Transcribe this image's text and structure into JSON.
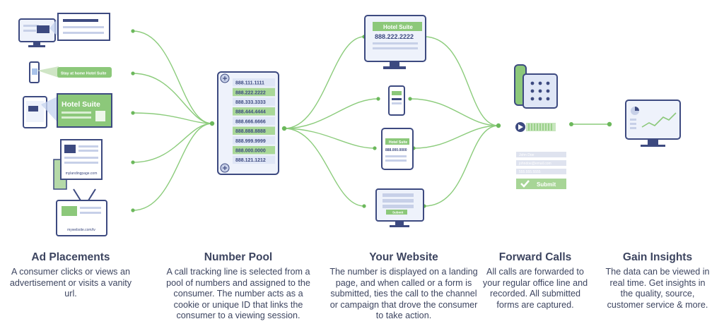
{
  "ads": {
    "banner_brand": "Stay at home  Hotel Suite",
    "tablet_title": "Hotel Suite",
    "print_url": "mylandingpage.com",
    "tv_url": "mywebsite.com/tv"
  },
  "number_pool": {
    "numbers": [
      "888.111.1111",
      "888.222.2222",
      "888.333.3333",
      "888.444.4444",
      "888.666.6666",
      "888.888.8888",
      "888.999.9999",
      "888.000.0000",
      "888.121.1212"
    ]
  },
  "website": {
    "desktop_title": "Hotel Suite",
    "desktop_number": "888.222.2222",
    "tablet_title": "Hotel Suite",
    "tablet_number": "888.000.0000",
    "form_button": "Submit"
  },
  "forward": {
    "form_fields": [
      "John Doe",
      "johndoe@email.com",
      "555.555.5555"
    ],
    "submit_label": "Submit"
  },
  "columns": [
    {
      "title": "Ad Placements",
      "body": "A consumer clicks or views an advertisement or visits a vanity url."
    },
    {
      "title": "Number Pool",
      "body": "A call tracking line is selected from a pool of numbers and assigned to the consumer. The number acts as a cookie or unique ID that links the consumer to a viewing session."
    },
    {
      "title": "Your Website",
      "body": "The number is displayed on a landing page, and when called or a form is submitted, ties the call to the channel or campaign that drove the consumer to take action."
    },
    {
      "title": "Forward Calls",
      "body": "All calls are forwarded to your regular office line and recorded. All submitted forms are captured."
    },
    {
      "title": "Gain Insights",
      "body": "The data can be viewed in real time. Get insights in the quality, source, customer service & more."
    }
  ],
  "colors": {
    "navy": "#3d4a80",
    "green": "#7cc16a",
    "light_green": "#c8e6be",
    "light_blue": "#dfe6f6",
    "text": "#3d4560"
  }
}
